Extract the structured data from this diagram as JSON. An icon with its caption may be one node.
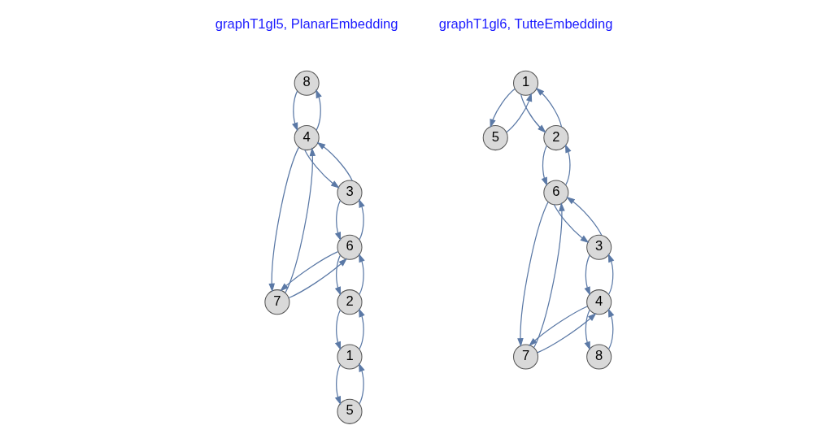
{
  "diagram": {
    "nodes": [
      {
        "text": [
          "8"
        ]
      },
      {
        "text": [
          "4"
        ]
      },
      {
        "text": [
          "7"
        ]
      },
      {
        "text": [
          "3"
        ]
      },
      {
        "text": [
          "2"
        ]
      },
      {
        "text": [
          "5"
        ]
      },
      {
        "text": [
          "1"
        ]
      },
      {
        "text": [
          "6"
        ]
      },
      {
        "text": [
          "1"
        ]
      },
      {
        "text": [
          "5"
        ]
      },
      {
        "text": [
          "2"
        ]
      },
      {
        "text": [
          "6"
        ]
      },
      {
        "text": [
          "7"
        ]
      },
      {
        "text": [
          "3"
        ]
      },
      {
        "text": [
          "4"
        ]
      },
      {
        "text": [
          "8"
        ]
      }
    ],
    "edges": [
      {
        "from": 1,
        "to": 0,
        "arrow": "to"
      },
      {
        "from": 0,
        "to": 1,
        "arrow": "to"
      },
      {
        "from": 1,
        "to": 2,
        "arrow": "to"
      },
      {
        "from": 2,
        "to": 1,
        "arrow": "to"
      },
      {
        "from": 1,
        "to": 3,
        "arrow": "to"
      },
      {
        "from": 3,
        "to": 1,
        "arrow": "to"
      },
      {
        "from": 2,
        "to": 7,
        "arrow": "to"
      },
      {
        "from": 7,
        "to": 2,
        "arrow": "to"
      },
      {
        "from": 3,
        "to": 7,
        "arrow": "to"
      },
      {
        "from": 7,
        "to": 3,
        "arrow": "to"
      },
      {
        "from": 4,
        "to": 7,
        "arrow": "to"
      },
      {
        "from": 7,
        "to": 4,
        "arrow": "to"
      },
      {
        "from": 4,
        "to": 6,
        "arrow": "to"
      },
      {
        "from": 6,
        "to": 4,
        "arrow": "to"
      },
      {
        "from": 6,
        "to": 5,
        "arrow": "to"
      },
      {
        "from": 5,
        "to": 6,
        "arrow": "to"
      },
      {
        "from": 8,
        "to": 9,
        "arrow": "to"
      },
      {
        "from": 9,
        "to": 8,
        "arrow": "to"
      },
      {
        "from": 8,
        "to": 10,
        "arrow": "to"
      },
      {
        "from": 10,
        "to": 8,
        "arrow": "to"
      },
      {
        "from": 10,
        "to": 11,
        "arrow": "to"
      },
      {
        "from": 11,
        "to": 10,
        "arrow": "to"
      },
      {
        "from": 11,
        "to": 12,
        "arrow": "to"
      },
      {
        "from": 12,
        "to": 11,
        "arrow": "to"
      },
      {
        "from": 11,
        "to": 13,
        "arrow": "to"
      },
      {
        "from": 13,
        "to": 11,
        "arrow": "to"
      },
      {
        "from": 12,
        "to": 14,
        "arrow": "to"
      },
      {
        "from": 14,
        "to": 12,
        "arrow": "to"
      },
      {
        "from": 14,
        "to": 13,
        "arrow": "to"
      },
      {
        "from": 13,
        "to": 14,
        "arrow": "to"
      },
      {
        "from": 14,
        "to": 15,
        "arrow": "to"
      },
      {
        "from": 15,
        "to": 14,
        "arrow": "to"
      }
    ],
    "labels": [
      "graphT1gl5, PlanarEmbedding",
      "graphT1gl6, TutteEmbedding"
    ]
  }
}
